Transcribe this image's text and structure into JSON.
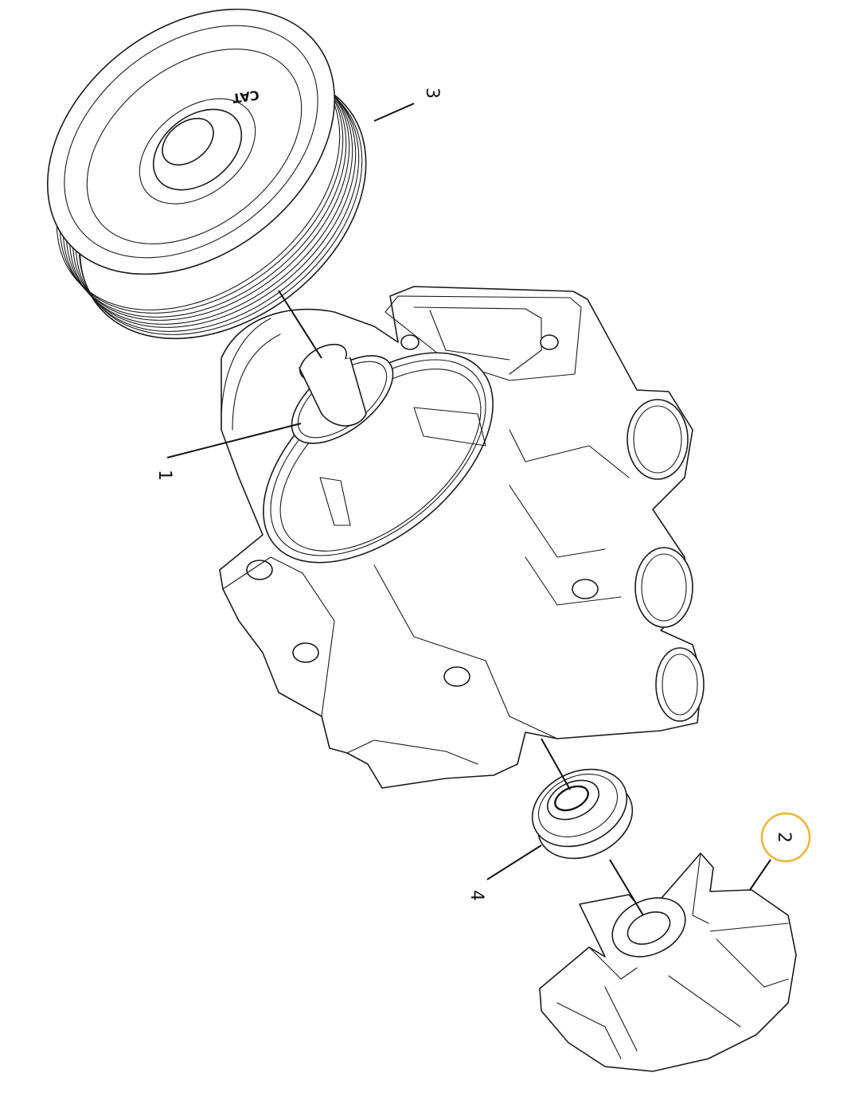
{
  "callouts": {
    "c1": "1",
    "c2": "2",
    "c3": "3",
    "c4": "4"
  },
  "pulley_brand": "CAT",
  "highlight_color": "#f2b233",
  "highlighted_callout": "2"
}
